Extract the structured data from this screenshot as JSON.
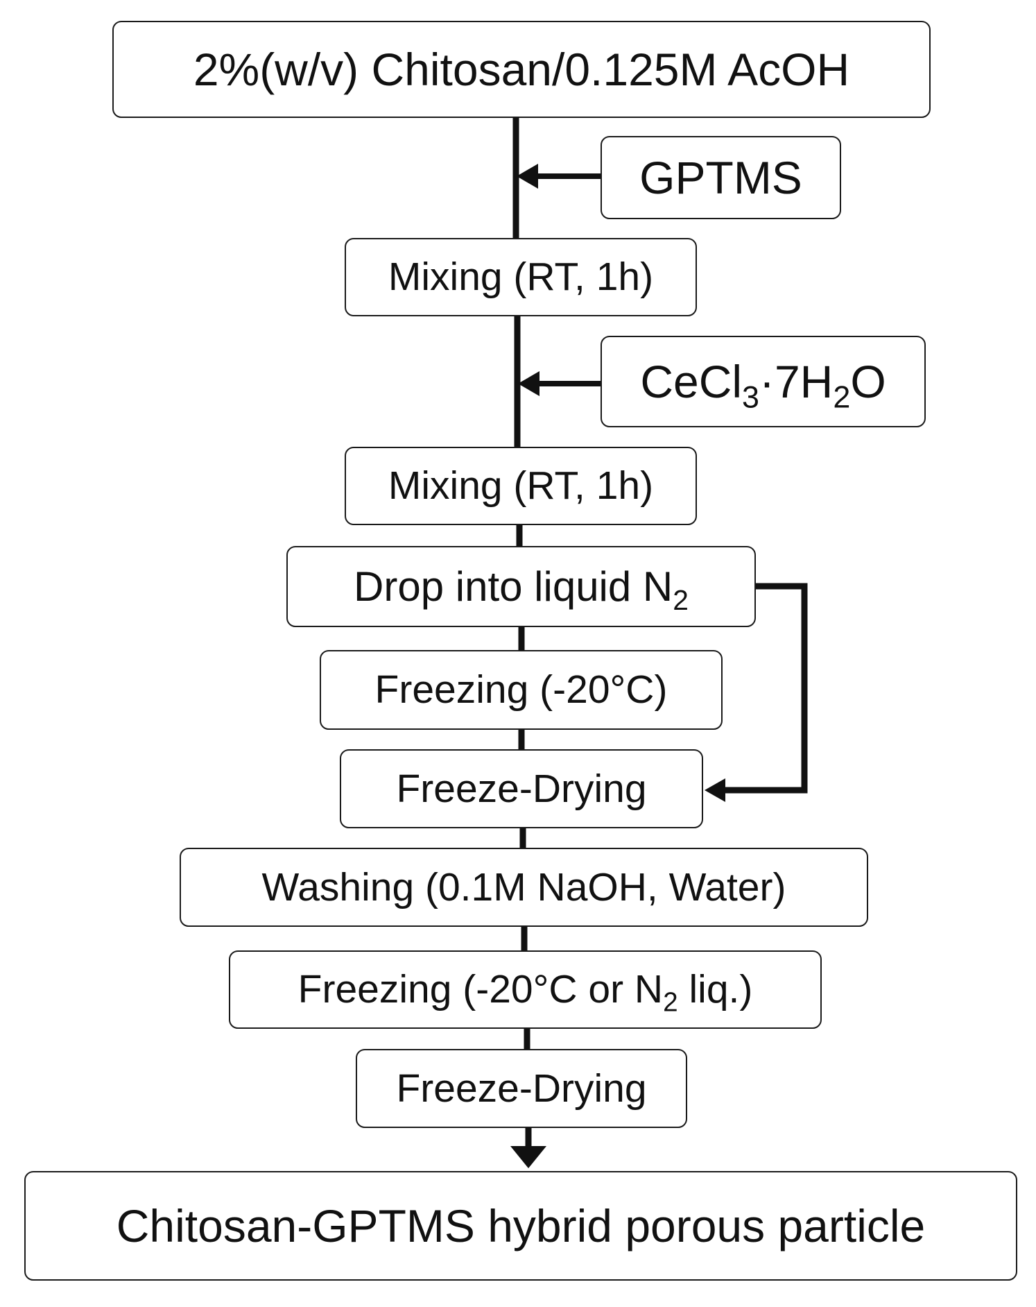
{
  "nodes": {
    "start": {
      "text": "2%(w/v) Chitosan/0.125M AcOH"
    },
    "gptms": {
      "text": "GPTMS"
    },
    "mixing_1": {
      "text": "Mixing (RT, 1h)"
    },
    "cecl3": {
      "pre": "CeCl",
      "sub1": "3",
      "mid": "·7H",
      "sub2": "2",
      "post": "O"
    },
    "mixing_2": {
      "text": "Mixing (RT, 1h)"
    },
    "drop_n2": {
      "pre": "Drop into liquid N",
      "sub": "2"
    },
    "freezing_1": {
      "text": "Freezing (-20°C)"
    },
    "freeze_drying_1": {
      "text": "Freeze-Drying"
    },
    "washing": {
      "text": "Washing (0.1M NaOH, Water)"
    },
    "freezing_2": {
      "pre": "Freezing (-20°C or N",
      "sub": "2",
      "post": " liq.)"
    },
    "freeze_drying_2": {
      "text": "Freeze-Drying"
    },
    "product": {
      "text": "Chitosan-GPTMS hybrid porous particle"
    }
  },
  "edges": [
    {
      "from": "start",
      "to": "mixing_1"
    },
    {
      "from": "gptms",
      "to": "start-mixing_1-line"
    },
    {
      "from": "mixing_1",
      "to": "mixing_2"
    },
    {
      "from": "cecl3",
      "to": "mixing_1-mixing_2-line"
    },
    {
      "from": "mixing_2",
      "to": "drop_n2"
    },
    {
      "from": "drop_n2",
      "to": "freezing_1"
    },
    {
      "from": "drop_n2",
      "to": "freeze_drying_1"
    },
    {
      "from": "freezing_1",
      "to": "freeze_drying_1"
    },
    {
      "from": "freeze_drying_1",
      "to": "washing"
    },
    {
      "from": "washing",
      "to": "freezing_2"
    },
    {
      "from": "freezing_2",
      "to": "freeze_drying_2"
    },
    {
      "from": "freeze_drying_2",
      "to": "product"
    }
  ]
}
